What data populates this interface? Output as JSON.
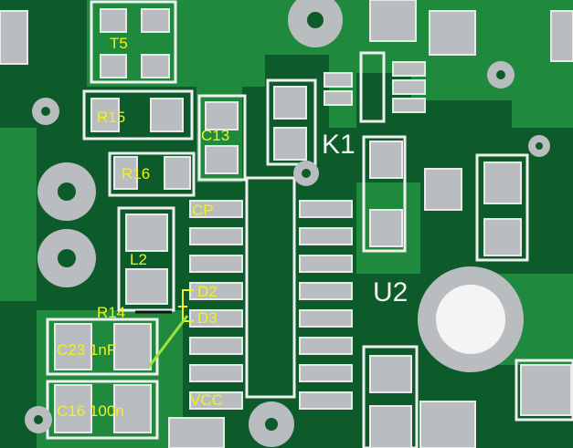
{
  "board": {
    "colors": {
      "substrate": "#0d5a2a",
      "copper": "#1f8a3e",
      "pad": "#b9bdbf",
      "label": "#f2f21a",
      "silkscreen": "#f0f0f0"
    },
    "labels": {
      "t5": "T5",
      "r15": "R15",
      "c13": "C13",
      "r16": "R16",
      "k1": "K1",
      "cp": "CP",
      "l2": "L2",
      "u2": "U2",
      "d2": "D2",
      "r14": "R14",
      "d3": "D3",
      "c23": "C23 1nF",
      "c16": "C16 100n",
      "vcc": "VCC"
    }
  }
}
